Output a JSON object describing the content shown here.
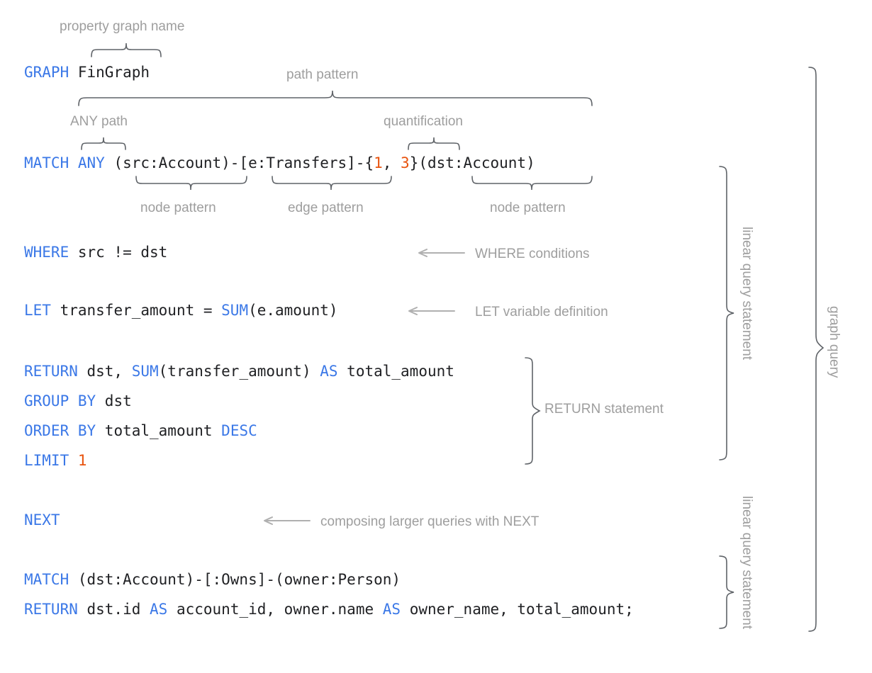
{
  "diagram": {
    "title_context": "GQL graph query anatomy",
    "code_lines": [
      {
        "id": "graph",
        "tokens": [
          {
            "t": "GRAPH",
            "k": "kw"
          },
          {
            "t": " FinGraph",
            "k": "pl"
          }
        ]
      },
      {
        "id": "match1",
        "tokens": [
          {
            "t": "MATCH ANY",
            "k": "kw"
          },
          {
            "t": " (src:Account)-[e:Transfers]-{",
            "k": "pl"
          },
          {
            "t": "1",
            "k": "num"
          },
          {
            "t": ", ",
            "k": "pl"
          },
          {
            "t": "3",
            "k": "num"
          },
          {
            "t": "}(dst:Account)",
            "k": "pl"
          }
        ]
      },
      {
        "id": "where",
        "tokens": [
          {
            "t": "WHERE",
            "k": "kw"
          },
          {
            "t": " src != dst",
            "k": "pl"
          }
        ]
      },
      {
        "id": "let",
        "tokens": [
          {
            "t": "LET",
            "k": "kw"
          },
          {
            "t": " transfer_amount = ",
            "k": "pl"
          },
          {
            "t": "SUM",
            "k": "kw"
          },
          {
            "t": "(e.amount)",
            "k": "pl"
          }
        ]
      },
      {
        "id": "return1",
        "tokens": [
          {
            "t": "RETURN",
            "k": "kw"
          },
          {
            "t": " dst, ",
            "k": "pl"
          },
          {
            "t": "SUM",
            "k": "kw"
          },
          {
            "t": "(transfer_amount) ",
            "k": "pl"
          },
          {
            "t": "AS",
            "k": "kw"
          },
          {
            "t": " total_amount",
            "k": "pl"
          }
        ]
      },
      {
        "id": "group",
        "tokens": [
          {
            "t": "GROUP BY",
            "k": "kw"
          },
          {
            "t": " dst",
            "k": "pl"
          }
        ]
      },
      {
        "id": "order",
        "tokens": [
          {
            "t": "ORDER BY",
            "k": "kw"
          },
          {
            "t": " total_amount ",
            "k": "pl"
          },
          {
            "t": "DESC",
            "k": "kw"
          }
        ]
      },
      {
        "id": "limit",
        "tokens": [
          {
            "t": "LIMIT",
            "k": "kw"
          },
          {
            "t": " ",
            "k": "pl"
          },
          {
            "t": "1",
            "k": "num"
          }
        ]
      },
      {
        "id": "next",
        "tokens": [
          {
            "t": "NEXT",
            "k": "kw"
          }
        ]
      },
      {
        "id": "match2",
        "tokens": [
          {
            "t": "MATCH",
            "k": "kw"
          },
          {
            "t": " (dst:Account)-[:Owns]-(owner:Person)",
            "k": "pl"
          }
        ]
      },
      {
        "id": "return2",
        "tokens": [
          {
            "t": "RETURN",
            "k": "kw"
          },
          {
            "t": " dst.id ",
            "k": "pl"
          },
          {
            "t": "AS",
            "k": "kw"
          },
          {
            "t": " account_id, owner.name ",
            "k": "pl"
          },
          {
            "t": "AS",
            "k": "kw"
          },
          {
            "t": " owner_name, total_amount;",
            "k": "pl"
          }
        ]
      }
    ],
    "annotations": {
      "property_graph_name": "property graph name",
      "path_pattern": "path pattern",
      "any_path": "ANY path",
      "quantification": "quantification",
      "node_pattern_left": "node pattern",
      "edge_pattern": "edge pattern",
      "node_pattern_right": "node pattern",
      "where_conditions": "WHERE conditions",
      "let_variable_definition": "LET variable definition",
      "return_statement": "RETURN statement",
      "composing_next": "composing larger queries with NEXT",
      "linear_query_statement_1": "linear query statement",
      "linear_query_statement_2": "linear query statement",
      "graph_query": "graph query"
    },
    "colors": {
      "keyword": "#3b78e7",
      "literal": "#e8530e",
      "plain": "#202124",
      "annotation": "#9e9e9e",
      "brace": "#5f6368",
      "arrow": "#b0b0b0",
      "background": "#ffffff"
    }
  }
}
